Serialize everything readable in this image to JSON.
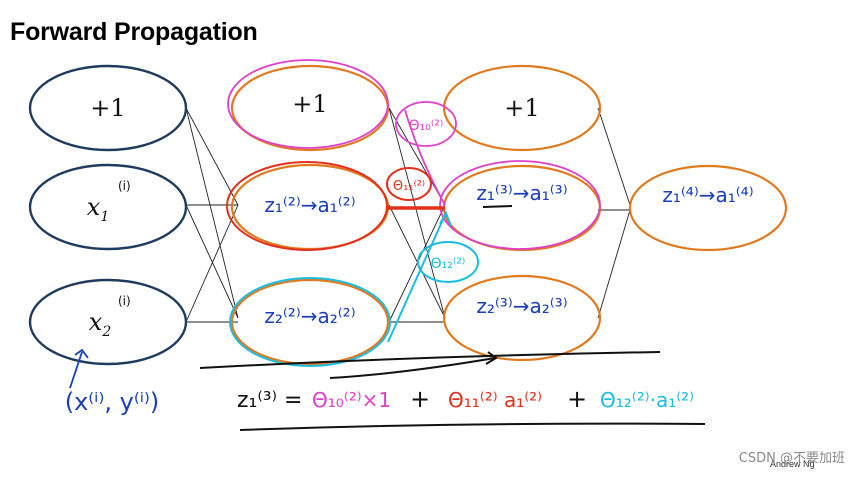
{
  "title": "Forward Propagation",
  "layer1": {
    "bias": "+1",
    "x1": "x",
    "x1_sub": "1",
    "x1_sup": "(i)",
    "x2": "x",
    "x2_sub": "2",
    "x2_sup": "(i)"
  },
  "layer2": {
    "bias": "+1",
    "unit1": "z₁⁽²⁾→a₁⁽²⁾",
    "unit2": "z₂⁽²⁾→a₂⁽²⁾"
  },
  "layer3": {
    "bias": "+1",
    "unit1": "z₁⁽³⁾→a₁⁽³⁾",
    "unit2": "z₂⁽³⁾→a₂⁽³⁾"
  },
  "layer4": {
    "unit1": "z₁⁽⁴⁾→a₁⁽⁴⁾"
  },
  "annotations": {
    "theta10": "Θ₁₀⁽²⁾",
    "theta11": "Θ₁₁⁽²⁾",
    "theta12": "Θ₁₂⁽²⁾",
    "training_example": "(x⁽ⁱ⁾, y⁽ⁱ⁾)"
  },
  "equation": {
    "lhs": "z₁⁽³⁾ =",
    "term1": "Θ₁₀⁽²⁾×1",
    "plus1": "+",
    "term2": "Θ₁₁⁽²⁾ a₁⁽²⁾",
    "plus2": "+",
    "term3": "Θ₁₂⁽²⁾·a₁⁽²⁾"
  },
  "credit": "Andrew Ng",
  "watermark": "CSDN @不要加班",
  "colors": {
    "navy": "#1f3b5e",
    "orange": "#e07a1f",
    "magenta": "#e040c8",
    "red": "#e3301c",
    "cyan": "#1cbde0",
    "blue": "#1a3fb8"
  }
}
